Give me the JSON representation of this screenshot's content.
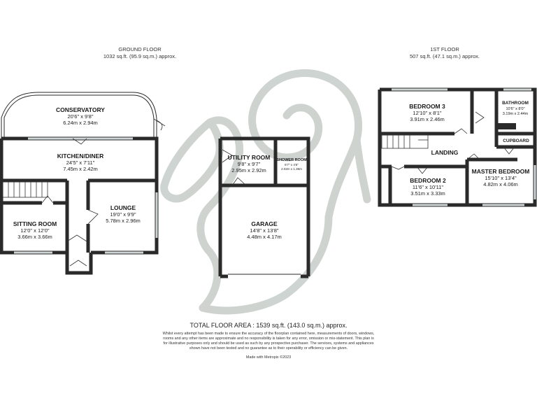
{
  "floors": {
    "ground": {
      "title": "GROUND FLOOR",
      "area": "1032 sq.ft. (95.9 sq.m.) approx.",
      "rooms": {
        "conservatory": {
          "name": "CONSERVATORY",
          "imperial": "20'6\" x 9'8\"",
          "metric": "6.24m x 2.94m"
        },
        "kitchen": {
          "name": "KITCHEN/DINER",
          "imperial": "24'5\" x 7'11\"",
          "metric": "7.45m x 2.42m"
        },
        "lounge": {
          "name": "LOUNGE",
          "imperial": "19'0\" x 9'9\"",
          "metric": "5.78m x 2.96m"
        },
        "sitting": {
          "name": "SITTING ROOM",
          "imperial": "12'0\" x 12'0\"",
          "metric": "3.66m x 3.66m"
        },
        "utility": {
          "name": "UTILITY ROOM",
          "imperial": "9'8\" x 9'7\"",
          "metric": "2.95m x 2.92m"
        },
        "shower": {
          "name": "SHOWER ROOM",
          "imperial": "6'7\" x 4'6\"",
          "metric": "2.02m x 1.36m"
        },
        "garage": {
          "name": "GARAGE",
          "imperial": "14'8\" x 13'8\"",
          "metric": "4.48m x 4.17m"
        }
      }
    },
    "first": {
      "title": "1ST FLOOR",
      "area": "507 sq.ft. (47.1 sq.m.) approx.",
      "rooms": {
        "bedroom3": {
          "name": "BEDROOM 3",
          "imperial": "12'10\" x 8'1\"",
          "metric": "3.91m x 2.46m"
        },
        "bathroom": {
          "name": "BATHROOM",
          "imperial": "10'6\" x 8'0\"",
          "metric": "3.19m x 2.44m"
        },
        "landing": {
          "name": "LANDING"
        },
        "cupboard": {
          "name": "CUPBOARD"
        },
        "bedroom2": {
          "name": "BEDROOM 2",
          "imperial": "11'6\" x 10'11\"",
          "metric": "3.51m x 3.33m"
        },
        "master": {
          "name": "MASTER BEDROOM",
          "imperial": "15'10\" x 13'4\"",
          "metric": "4.82m x 4.06m"
        }
      }
    }
  },
  "footer": {
    "total": "TOTAL FLOOR AREA : 1539 sq.ft. (143.0 sq.m.) approx.",
    "disclaimer": "Whilst every attempt has been made to ensure the accuracy of the floorplan contained here, measurements of doors, windows, rooms and any other items are approximate and no responsibility is taken for any error, omission or mis-statement. This plan is for illustrative purposes only and should be used as such by any prospective purchaser. The services, systems and appliances shown have not been tested and no guarantee as to their operability or efficiency can be given.",
    "made_with": "Made with Metropix ©2023"
  },
  "colors": {
    "walls": "#2a2a2a",
    "windows": "#cfd4d4",
    "watermark": "#c9cfcc"
  },
  "watermark": "squirrel-logo"
}
